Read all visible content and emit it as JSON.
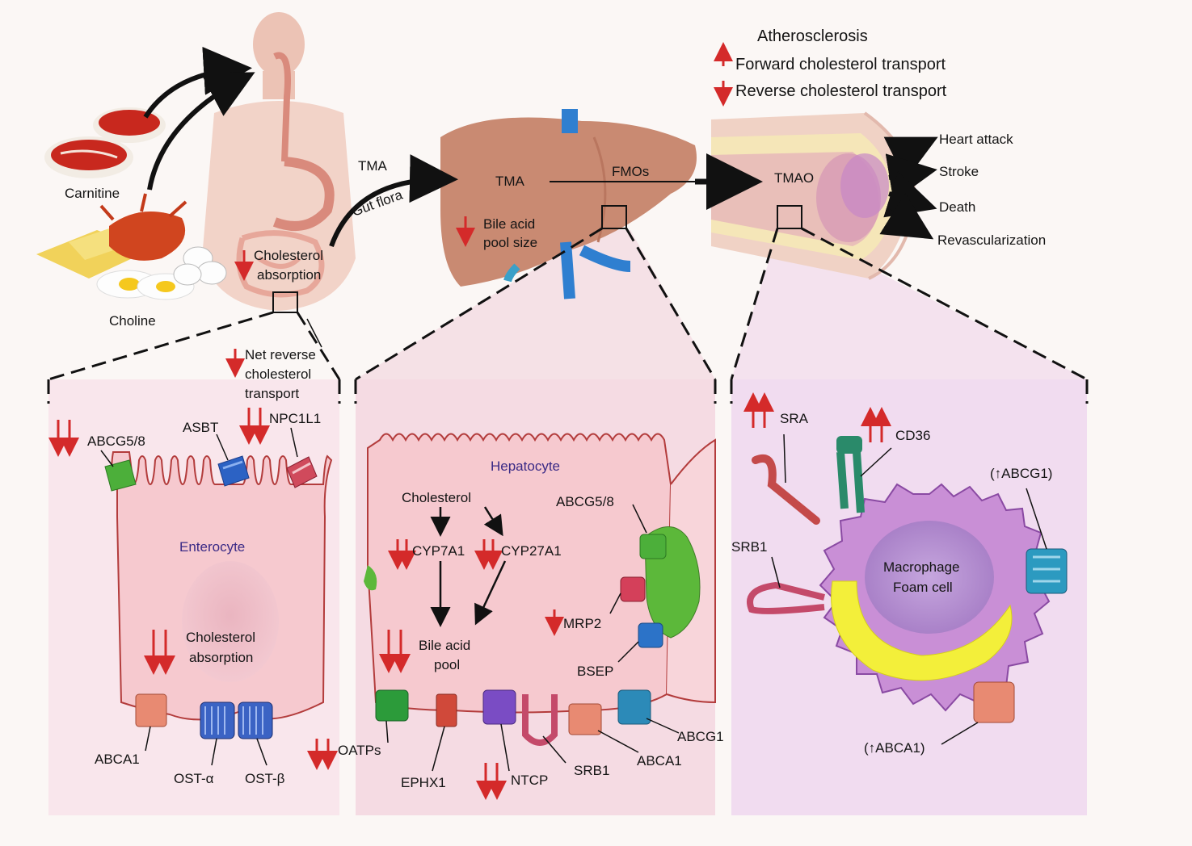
{
  "legend": {
    "title": "Atherosclerosis",
    "forward": "Forward cholesterol transport",
    "reverse": "Reverse cholesterol transport"
  },
  "diet": {
    "carnitine": "Carnitine",
    "choline": "Choline"
  },
  "flow": {
    "tma": "TMA",
    "gut_flora": "Gut flora",
    "liver_tma": "TMA",
    "fmos": "FMOs",
    "tmao": "TMAO",
    "bile_acid_line1": "Bile acid",
    "bile_acid_line2": "pool size",
    "chol_abs_line1": "Cholesterol",
    "chol_abs_line2": "absorption",
    "net_line1": "Net reverse",
    "net_line2": "cholesterol",
    "net_line3": "transport"
  },
  "outcomes": [
    "Heart attack",
    "Stroke",
    "Death",
    "Revascularization"
  ],
  "enterocyte": {
    "title": "Enterocyte",
    "abcg58": "ABCG5/8",
    "asbt": "ASBT",
    "npc1l1": "NPC1L1",
    "abs_line1": "Cholesterol",
    "abs_line2": "absorption",
    "abca1": "ABCA1",
    "ost_a": "OST-α",
    "ost_b": "OST-β"
  },
  "hepatocyte": {
    "title": "Hepatocyte",
    "cholesterol": "Cholesterol",
    "cyp7a1": "CYP7A1",
    "cyp27a1": "CYP27A1",
    "bile_line1": "Bile acid",
    "bile_line2": "pool",
    "abcg58": "ABCG5/8",
    "mrp2": "MRP2",
    "bsep": "BSEP",
    "oatps": "OATPs",
    "ephx1": "EPHX1",
    "ntcp": "NTCP",
    "srb1": "SRB1",
    "abca1": "ABCA1",
    "abcg1": "ABCG1"
  },
  "macrophage": {
    "title_line1": "Macrophage",
    "title_line2": "Foam cell",
    "sra": "SRA",
    "cd36": "CD36",
    "abcg1": "(↑ABCG1)",
    "srb1": "SRB1",
    "abca1": "(↑ABCA1)"
  },
  "colors": {
    "arrow_red": "#d42a2a",
    "cell_pink": "#f6c9cf",
    "panel_pink": "#f7dde4",
    "liver": "#c98a72",
    "macrophage": "#c98fd6",
    "lipid_yellow": "#f3ef3a"
  }
}
